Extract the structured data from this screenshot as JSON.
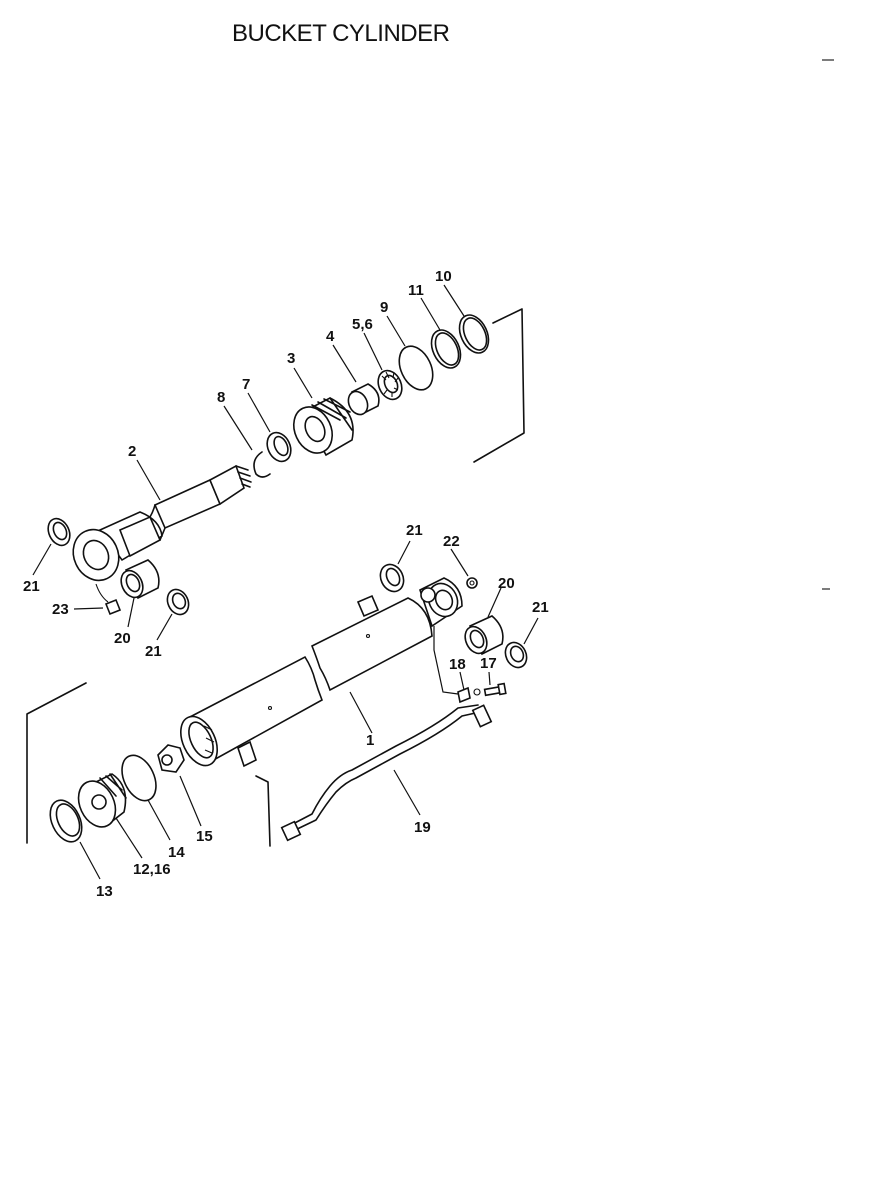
{
  "title": "BUCKET CYLINDER",
  "labels": {
    "l1": "1",
    "l2": "2",
    "l3": "3",
    "l4": "4",
    "l56": "5,6",
    "l7": "7",
    "l8": "8",
    "l9": "9",
    "l10": "10",
    "l11": "11",
    "l1216": "12,16",
    "l13": "13",
    "l14": "14",
    "l15": "15",
    "l17": "17",
    "l18": "18",
    "l19": "19",
    "l20a": "20",
    "l20b": "20",
    "l21a": "21",
    "l21b": "21",
    "l21c": "21",
    "l21d": "21",
    "l22": "22",
    "l23": "23"
  }
}
